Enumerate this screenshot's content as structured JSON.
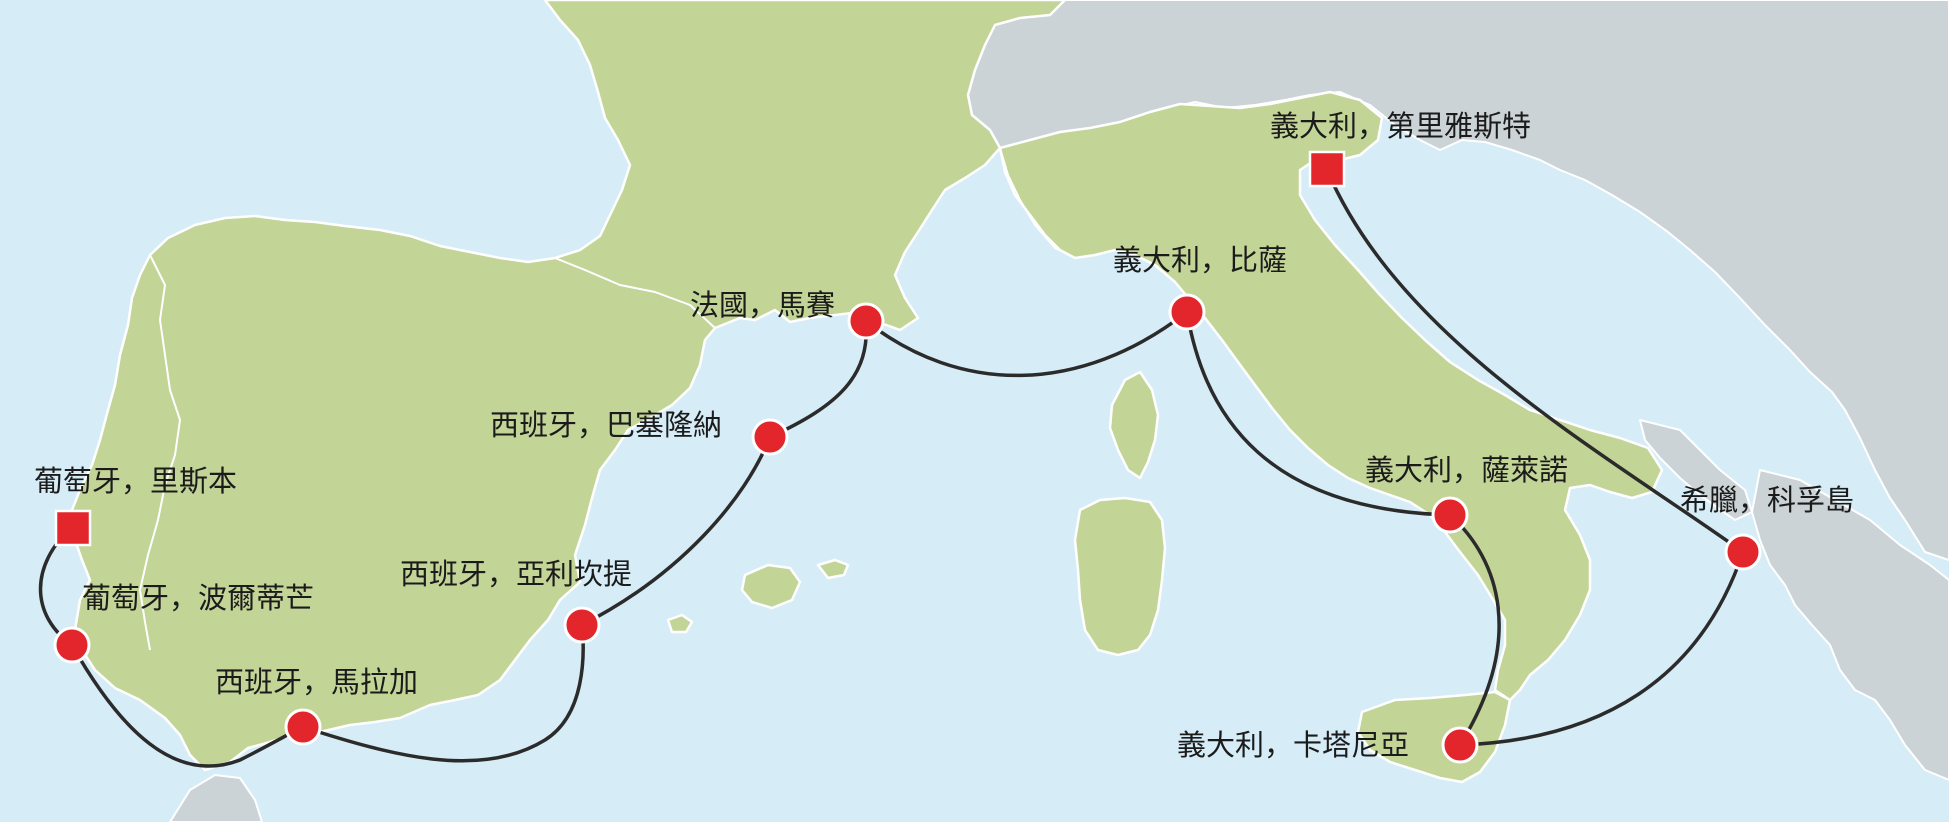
{
  "colors": {
    "sea": "#d6ecf6",
    "land_route_countries": "#c3d497",
    "land_other": "#cbd3d6",
    "route_line": "#2b2b2b",
    "port_marker": "#e3262b"
  },
  "ports": [
    {
      "id": "lisbon",
      "label": "葡萄牙，里斯本",
      "marker": "square"
    },
    {
      "id": "portimao",
      "label": "葡萄牙，波爾蒂芒",
      "marker": "circle"
    },
    {
      "id": "malaga",
      "label": "西班牙，馬拉加",
      "marker": "circle"
    },
    {
      "id": "alicante",
      "label": "西班牙，亞利坎提",
      "marker": "circle"
    },
    {
      "id": "barcelona",
      "label": "西班牙，巴塞隆納",
      "marker": "circle"
    },
    {
      "id": "marseille",
      "label": "法國，馬賽",
      "marker": "circle"
    },
    {
      "id": "pisa",
      "label": "義大利，比薩",
      "marker": "circle"
    },
    {
      "id": "salerno",
      "label": "義大利，薩萊諾",
      "marker": "circle"
    },
    {
      "id": "catania",
      "label": "義大利，卡塔尼亞",
      "marker": "circle"
    },
    {
      "id": "corfu",
      "label": "希臘，科孚島",
      "marker": "circle"
    },
    {
      "id": "trieste",
      "label": "義大利，第里雅斯特",
      "marker": "square"
    }
  ]
}
